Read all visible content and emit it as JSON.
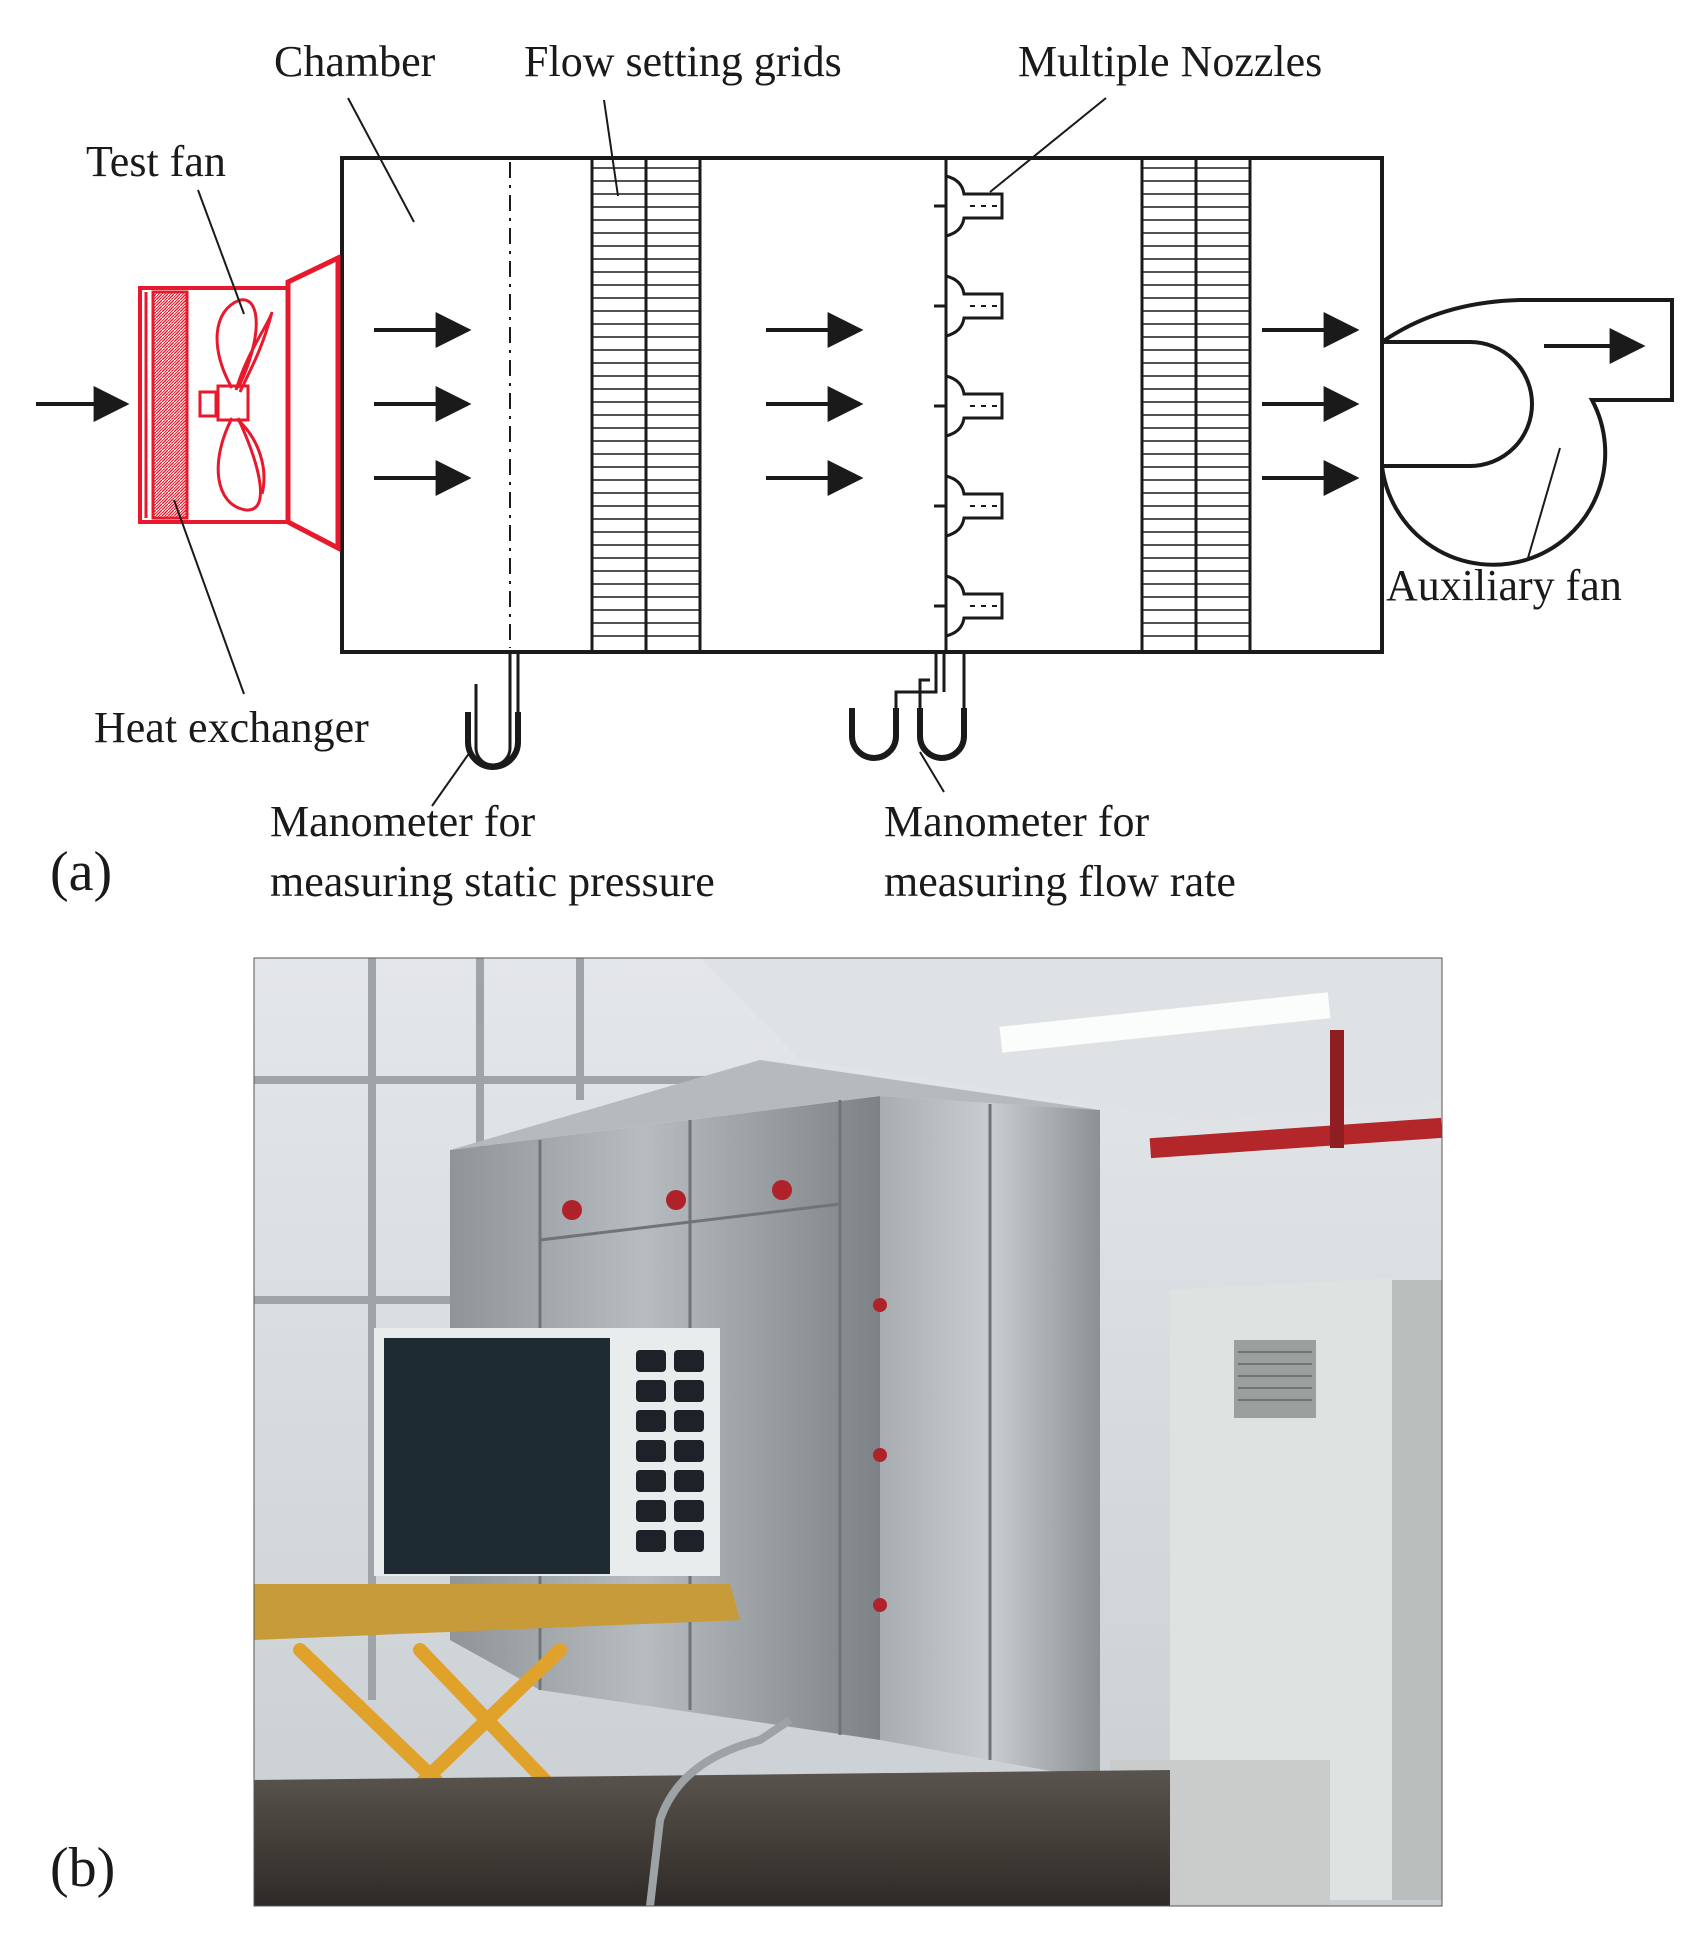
{
  "panel_a": {
    "tag": "(a)",
    "labels": {
      "chamber": "Chamber",
      "flow_grids": "Flow setting grids",
      "nozzles": "Multiple Nozzles",
      "test_fan": "Test fan",
      "auxiliary_fan": "Auxiliary fan",
      "heat_exchanger": "Heat exchanger",
      "manometer_static_line1": "Manometer for",
      "manometer_static_line2": "measuring static pressure",
      "manometer_flow_line1": "Manometer for",
      "manometer_flow_line2": "measuring flow rate"
    },
    "colors": {
      "test_unit": "#e8192c",
      "line": "#1a1a1a"
    }
  },
  "panel_b": {
    "tag": "(b)",
    "photo_subject": "photo of the fan test chamber with outdoor unit on a lift table"
  }
}
